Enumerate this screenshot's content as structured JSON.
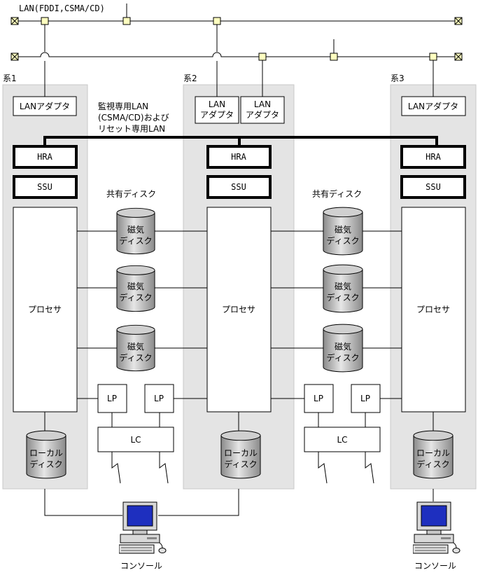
{
  "lan_label": "LAN(FDDI,CSMA/CD)",
  "monitor_lan_line1": "監視専用LAN",
  "monitor_lan_line2": "(CSMA/CD)および",
  "monitor_lan_line3": "リセット専用LAN",
  "systems": [
    {
      "label": "系1",
      "lan_adapter": "LANアダプタ",
      "hra": "HRA",
      "ssu": "SSU",
      "processor": "プロセサ",
      "local_disk_1": "ローカル",
      "local_disk_2": "ディスク"
    },
    {
      "label": "系2",
      "lan_adapter_a_1": "LAN",
      "lan_adapter_a_2": "アダプタ",
      "lan_adapter_b_1": "LAN",
      "lan_adapter_b_2": "アダプタ",
      "hra": "HRA",
      "ssu": "SSU",
      "processor": "プロセサ",
      "local_disk_1": "ローカル",
      "local_disk_2": "ディスク"
    },
    {
      "label": "系3",
      "lan_adapter": "LANアダプタ",
      "hra": "HRA",
      "ssu": "SSU",
      "processor": "プロセサ",
      "local_disk_1": "ローカル",
      "local_disk_2": "ディスク"
    }
  ],
  "shared_disk_label": "共有ディスク",
  "magnetic_disk_1": "磁気",
  "magnetic_disk_2": "ディスク",
  "lp_label": "LP",
  "lc_label": "LC",
  "console_label": "コンソール"
}
